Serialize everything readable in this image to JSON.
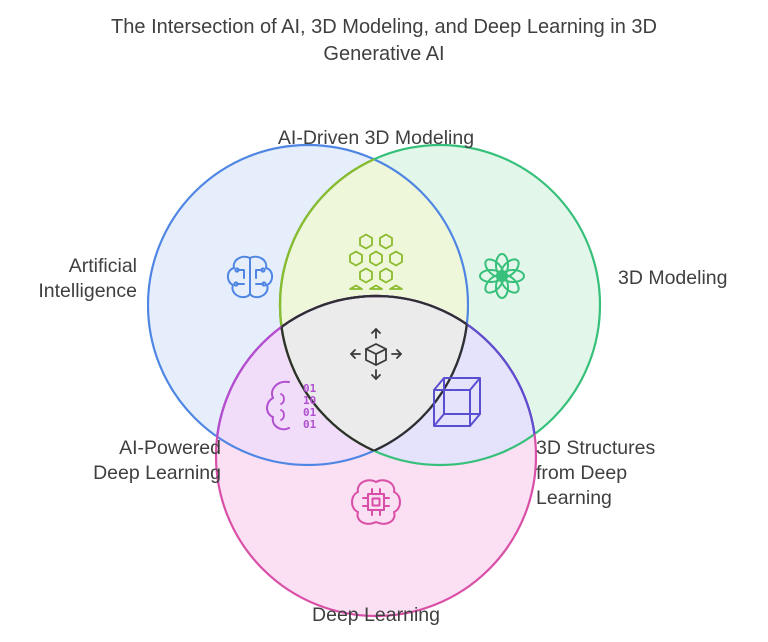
{
  "title": {
    "line1": "The Intersection of AI, 3D Modeling, and Deep Learning in 3D",
    "line2": "Generative AI"
  },
  "regions": {
    "ai": {
      "label_line1": "Artificial",
      "label_line2": "Intelligence",
      "icon": "brain-circuit-icon",
      "color": "#4f86e3"
    },
    "modeling": {
      "label": "3D Modeling",
      "icon": "lotus-flower-icon",
      "color": "#36c07a"
    },
    "deep_learning": {
      "label": "Deep Learning",
      "icon": "brain-chip-icon",
      "color": "#d94fa8"
    },
    "ai_modeling": {
      "label": "AI-Driven 3D Modeling",
      "icon": "hexagon-grid-icon",
      "color": "#8bbb2e"
    },
    "ai_dl": {
      "label_line1": "AI-Powered",
      "label_line2": "Deep Learning",
      "icon": "binary-brain-icon",
      "color": "#b04fd0"
    },
    "modeling_dl": {
      "label_line1": "3D Structures",
      "label_line2": "from Deep",
      "label_line3": "Learning",
      "icon": "wireframe-cube-icon",
      "color": "#5a4fd0"
    },
    "center": {
      "icon": "cube-move-arrows-icon",
      "color": "#3a3a3a"
    }
  }
}
